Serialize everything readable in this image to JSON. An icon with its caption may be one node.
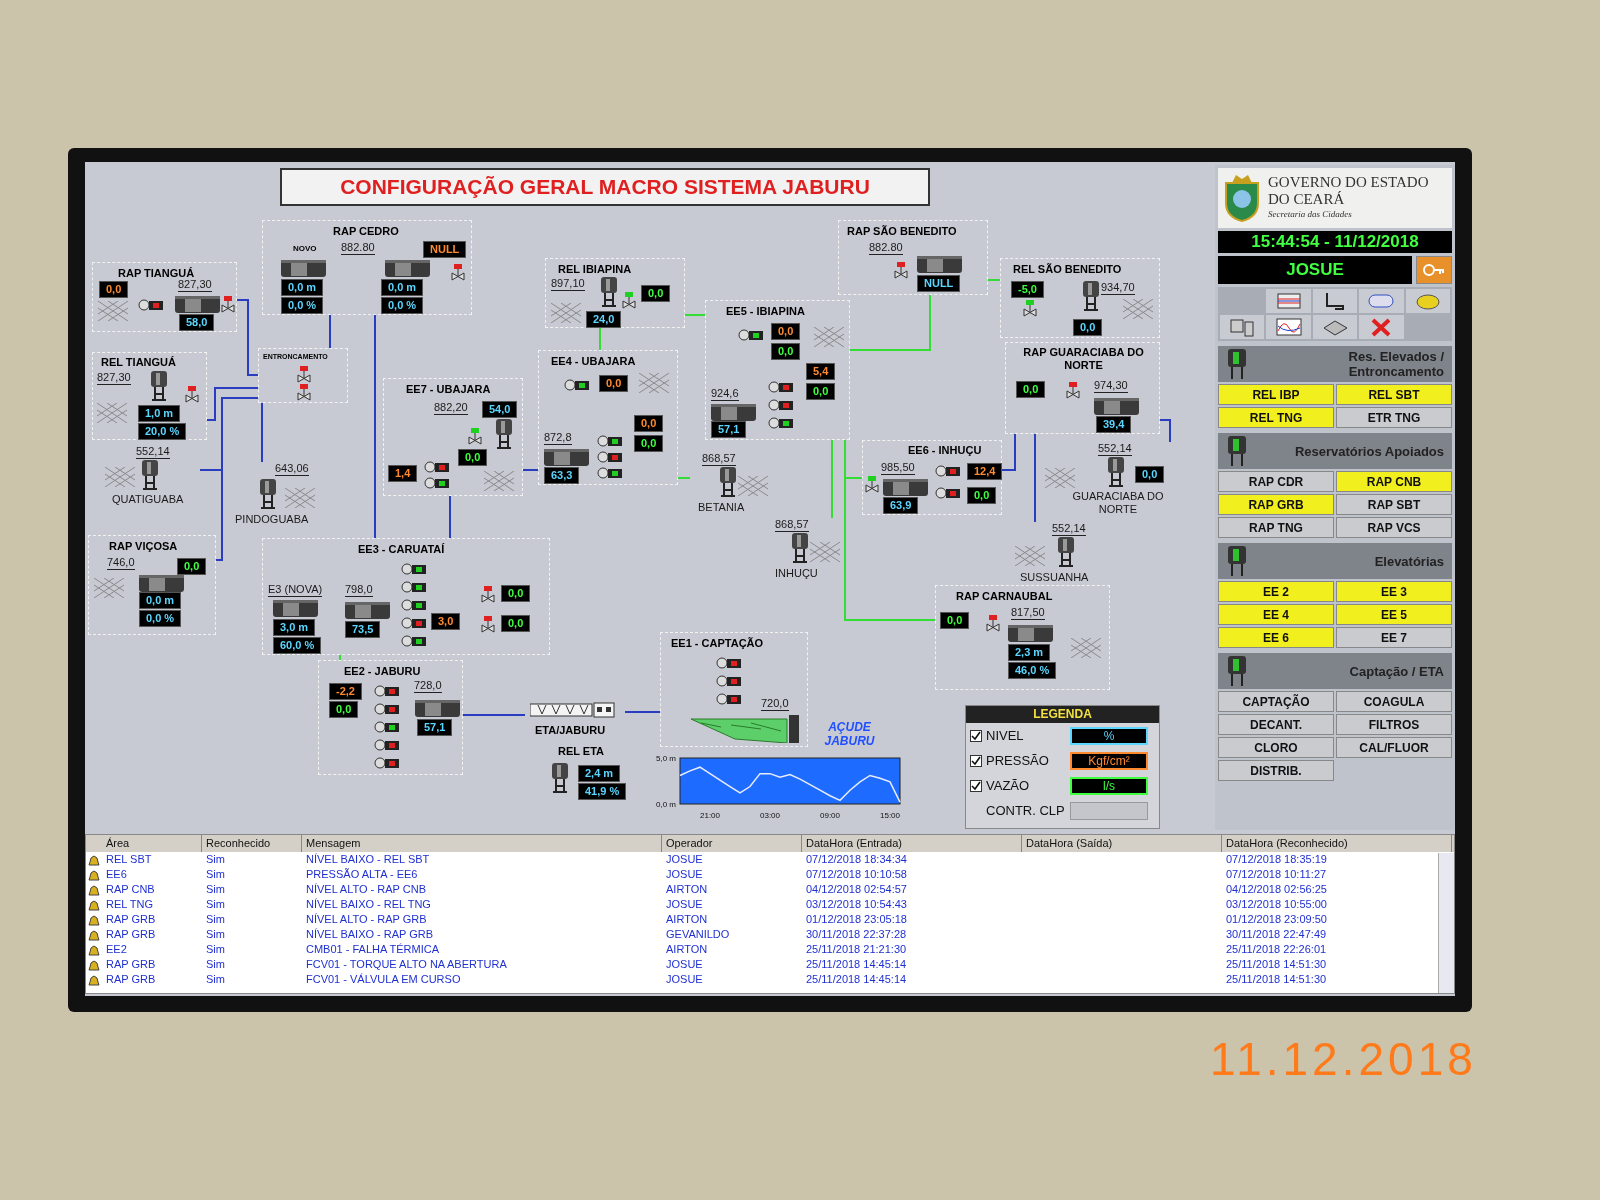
{
  "diagram": {
    "title": "CONFIGURAÇÃO GERAL MACRO SISTEMA JABURU",
    "nodes": [
      {
        "text": [
          "RAP TIANGUÁ",
          "0,0",
          "827,30",
          "58,0"
        ]
      },
      {
        "text": [
          "REL TIANGUÁ",
          "827,30",
          "1,0 m",
          "20,0 %"
        ]
      },
      {
        "text": [
          "ENTRONCAMENTO"
        ]
      },
      {
        "text": [
          "RAP CEDRO",
          "NOVO",
          "0,0 m",
          "0,0 %",
          "882.80",
          "NULL",
          "0,0 m",
          "0,0 %"
        ]
      },
      {
        "text": [
          "552,14",
          "QUATIGUABA"
        ]
      },
      {
        "text": [
          "643,06",
          "PINDOGUABA"
        ]
      },
      {
        "text": [
          "EE7 - UBAJARA",
          "882,20",
          "54,0",
          "0,0",
          "1,4"
        ]
      },
      {
        "text": [
          "REL IBIAPINA",
          "897,10",
          "0,0",
          "24,0"
        ]
      },
      {
        "text": [
          "EE4 - UBAJARA",
          "0,0",
          "0,0",
          "0,0",
          "872,8",
          "63,3"
        ]
      },
      {
        "text": [
          "EE5 - IBIAPINA",
          "0,0",
          "0,0",
          "5,4",
          "0,0",
          "924,6",
          "57,1"
        ]
      },
      {
        "text": [
          "868,57",
          "BETANIA"
        ]
      },
      {
        "text": [
          "RAP SÃO BENEDITO",
          "882.80",
          "NULL"
        ]
      },
      {
        "text": [
          "REL SÃO BENEDITO",
          "-5,0",
          "934,70",
          "0,0"
        ]
      },
      {
        "text": [
          "RAP GUARACIABA DO NORTE",
          "0,0",
          "974,30",
          "39,4"
        ]
      },
      {
        "text": [
          "EE6 - INHUÇU",
          "985,50",
          "63,9",
          "12,4",
          "0,0"
        ]
      },
      {
        "text": [
          "552,14",
          "0,0",
          "GUARACIABA DO NORTE"
        ]
      },
      {
        "text": [
          "868,57",
          "INHUÇU"
        ]
      },
      {
        "text": [
          "552,14",
          "SUSSUANHA"
        ]
      },
      {
        "text": [
          "RAP VIÇOSA",
          "746,0",
          "0,0",
          "0,0 m",
          "0,0 %"
        ]
      },
      {
        "text": [
          "EE3 - CARUATAÍ",
          "E3 (NOVA)",
          "3,0 m",
          "60,0 %",
          "798,0",
          "73,5",
          "3,0",
          "0,0",
          "0,0"
        ]
      },
      {
        "text": [
          "RAP CARNAUBAL",
          "0,0",
          "817,50",
          "2,3 m",
          "46,0 %"
        ]
      },
      {
        "text": [
          "EE1 - CAPTAÇÃO",
          "720,0"
        ]
      },
      {
        "text": [
          "EE2 - JABURU",
          "-2,2",
          "0,0",
          "728,0",
          "57,1"
        ]
      },
      {
        "text": [
          "ETA/JABURU"
        ]
      },
      {
        "text": [
          "REL ETA",
          "2,4 m",
          "41,9 %"
        ]
      },
      {
        "text": [
          "AÇUDE JABURU"
        ]
      }
    ],
    "edges": [
      {
        "from": 0,
        "to": 2,
        "arrow": "none"
      },
      {
        "from": 1,
        "to": 2,
        "arrow": "none"
      },
      {
        "from": 3,
        "to": 2,
        "arrow": "none"
      },
      {
        "from": 2,
        "to": 4,
        "arrow": "none"
      },
      {
        "from": 2,
        "to": 5,
        "arrow": "none"
      },
      {
        "from": 2,
        "to": 18,
        "arrow": "none"
      },
      {
        "from": 3,
        "to": 19,
        "arrow": "none"
      },
      {
        "from": 8,
        "to": 6,
        "arrow": "none"
      },
      {
        "from": 6,
        "to": 19,
        "arrow": "none"
      },
      {
        "from": 7,
        "to": 9,
        "arrow": "none",
        "color": "#33dd33"
      },
      {
        "from": 8,
        "to": 7,
        "arrow": "none",
        "color": "#33dd33"
      },
      {
        "from": 8,
        "to": 10,
        "arrow": "none",
        "color": "#33dd33"
      },
      {
        "from": 9,
        "to": 11,
        "arrow": "none",
        "color": "#33dd33"
      },
      {
        "from": 11,
        "to": 12,
        "arrow": "none",
        "color": "#33dd33"
      },
      {
        "from": 9,
        "to": 16,
        "arrow": "none",
        "color": "#33dd33"
      },
      {
        "from": 9,
        "to": 14,
        "arrow": "none",
        "color": "#33dd33"
      },
      {
        "from": 9,
        "to": 20,
        "arrow": "none",
        "color": "#33dd33"
      },
      {
        "from": 14,
        "to": 13,
        "arrow": "none"
      },
      {
        "from": 13,
        "to": 15,
        "arrow": "none"
      },
      {
        "from": 13,
        "to": 17,
        "arrow": "none"
      },
      {
        "from": 19,
        "to": 22,
        "arrow": "none",
        "color": "#33dd33"
      },
      {
        "from": 22,
        "to": 23,
        "arrow": "none"
      },
      {
        "from": 23,
        "to": 21,
        "arrow": "none"
      }
    ],
    "labels": [
      "GOVERNO DO ESTADO DO CEARÁ",
      "Secretaria das Cidades",
      "15:44:54 - 11/12/2018",
      "JOSUE",
      "Res. Elevados / Entroncamento",
      "REL IBP",
      "REL SBT",
      "REL TNG",
      "ETR TNG",
      "Reservatórios Apoiados",
      "RAP CDR",
      "RAP CNB",
      "RAP GRB",
      "RAP SBT",
      "RAP TNG",
      "RAP VCS",
      "Elevatórias",
      "EE 2",
      "EE 3",
      "EE 4",
      "EE 5",
      "EE 6",
      "EE 7",
      "Captação / ETA",
      "CAPTAÇÃO",
      "COAGULA",
      "DECANT.",
      "FILTROS",
      "CLORO",
      "CAL/FLUOR",
      "DISTRIB.",
      "LEGENDA",
      "%",
      "Kgf/cm²",
      "l/s",
      "Área",
      "Reconhecido",
      "Mensagem",
      "Operador",
      "DataHora (Entrada)",
      "DataHora (Saída)",
      "DataHora (Reconhecido)",
      "REL SBT",
      "Sim",
      "NÍVEL BAIXO - REL SBT",
      "JOSUE",
      "07/12/2018 18:34:34",
      "07/12/2018 18:35:19",
      "EE6",
      "Sim",
      "PRESSÃO ALTA - EE6",
      "JOSUE",
      "07/12/2018 10:10:58",
      "07/12/2018 10:11:27",
      "RAP CNB",
      "Sim",
      "NÍVEL ALTO - RAP CNB",
      "AIRTON",
      "04/12/2018 02:54:57",
      "04/12/2018 02:56:25",
      "REL TNG",
      "Sim",
      "NÍVEL BAIXO - REL TNG",
      "JOSUE",
      "03/12/2018 10:54:43",
      "03/12/2018 10:55:00",
      "RAP GRB",
      "Sim",
      "NÍVEL ALTO - RAP GRB",
      "AIRTON",
      "01/12/2018 23:05:18",
      "01/12/2018 23:09:50",
      "RAP GRB",
      "Sim",
      "NÍVEL BAIXO - RAP GRB",
      "GEVANILDO",
      "30/11/2018 22:37:28",
      "30/11/2018 22:47:49",
      "EE2",
      "Sim",
      "CMB01 - FALHA TÉRMICA",
      "AIRTON",
      "25/11/2018 21:21:30",
      "25/11/2018 22:26:01",
      "RAP GRB",
      "Sim",
      "FCV01 - TORQUE ALTO NA ABERTURA",
      "JOSUE",
      "25/11/2018 14:45:14",
      "25/11/2018 14:51:30",
      "RAP GRB",
      "Sim",
      "FCV01 - VÁLVULA EM CURSO",
      "JOSUE",
      "25/11/2018 14:45:14",
      "25/11/2018 14:51:30",
      "11.12.2018"
    ],
    "legend": [
      {
        "text": "NIVEL",
        "color": "#5cd6ff"
      },
      {
        "text": "PRESSÃO",
        "color": "#ff8a30"
      },
      {
        "text": "VAZÃO",
        "color": "#40ff40"
      },
      {
        "text": "CONTR. CLP"
      }
    ],
    "chart_data": {
      "type": "line",
      "categories": [
        null,
        null,
        null,
        "21:00",
        null,
        null,
        null,
        null,
        null,
        "03:00",
        null,
        null,
        null,
        null,
        null,
        "09:00",
        null,
        null,
        null,
        null,
        null,
        "15:00",
        null
      ],
      "series": [
        {
          "color": "#e8ecff",
          "values": [
            3.1,
            3.6,
            4.0,
            3.3,
            2.6,
            1.9,
            1.2,
            1.9,
            3.3,
            3.3,
            2.9,
            3.2,
            2.7,
            2.1,
            1.5,
            0.9,
            0.4,
            1.5,
            2.4,
            3.1,
            2.8,
            2.4,
            0.2
          ]
        }
      ],
      "ylim": [
        0,
        5
      ],
      "yticks": [
        {
          "value": 0,
          "label": "0,0 m"
        },
        {
          "value": 5,
          "label": "5,0 m"
        }
      ]
    }
  }
}
